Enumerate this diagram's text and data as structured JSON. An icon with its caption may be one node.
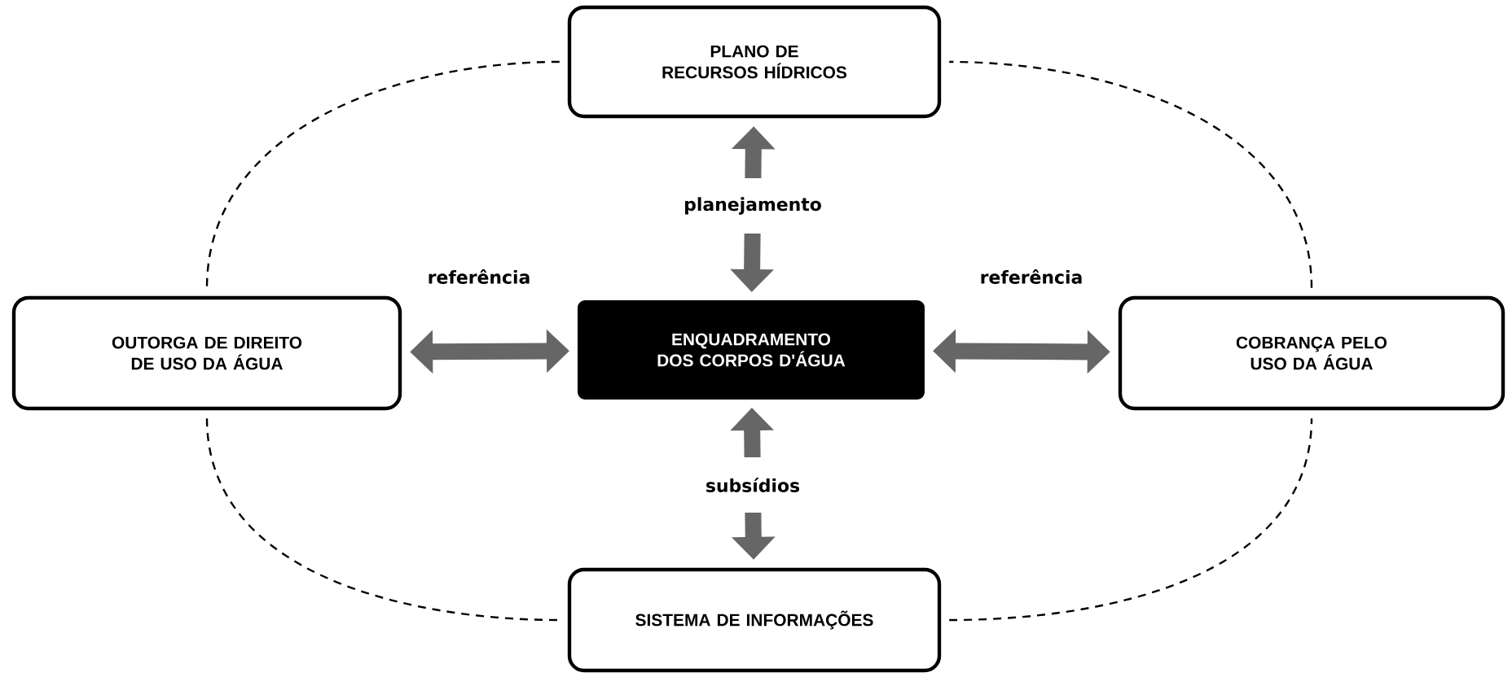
{
  "diagram": {
    "nodes": [
      {
        "text": [
          "PLANO DE RECURSOS HÍDRICOS"
        ]
      },
      {
        "text": [
          "OUTORGA DE DIREITO DE USO DA ÁGUA"
        ]
      },
      {
        "text": [
          "ENQUADRAMENTO DOS CORPOS D'ÁGUA"
        ]
      },
      {
        "text": [
          "COBRANÇA PELO USO DA ÁGUA"
        ]
      },
      {
        "text": [
          "SISTEMA DE INFORMAÇÕES"
        ]
      }
    ],
    "edges": [
      {
        "from": 2,
        "to": 0,
        "arrow": "both",
        "label": "planejamento",
        "style": "thick",
        "color": "#666666"
      },
      {
        "from": 1,
        "to": 2,
        "arrow": "both",
        "label": "referência",
        "style": "thick",
        "color": "#666666"
      },
      {
        "from": 2,
        "to": 3,
        "arrow": "both",
        "label": "referência",
        "style": "thick",
        "color": "#666666"
      },
      {
        "from": 2,
        "to": 4,
        "arrow": "both",
        "label": "subsídios",
        "style": "thick",
        "color": "#666666"
      },
      {
        "from": 0,
        "to": 1,
        "arrow": "none",
        "style": "dashed",
        "color": "#000000"
      },
      {
        "from": 1,
        "to": 4,
        "arrow": "none",
        "style": "dashed",
        "color": "#000000"
      },
      {
        "from": 4,
        "to": 3,
        "arrow": "none",
        "style": "dashed",
        "color": "#000000"
      },
      {
        "from": 3,
        "to": 0,
        "arrow": "none",
        "style": "dashed",
        "color": "#000000"
      }
    ]
  }
}
